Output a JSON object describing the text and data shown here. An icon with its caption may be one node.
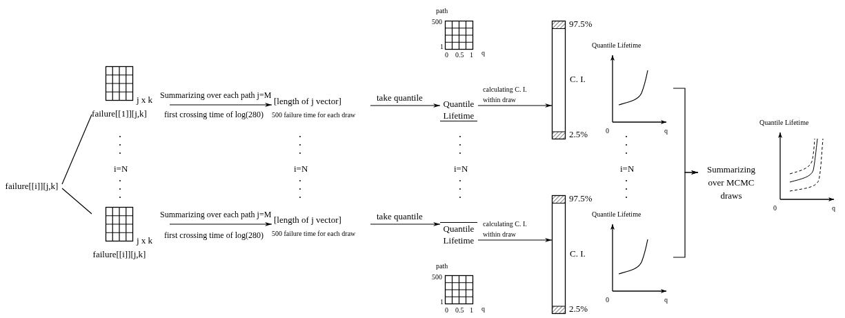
{
  "diagram": {
    "nodes": [
      {
        "text": [
          "failure[[i]][j,k]"
        ]
      },
      {
        "text": [
          "failure[[1]][j,k]"
        ],
        "beside": [
          "j x k"
        ]
      },
      {
        "text": [
          "failure[[i]][j,k]"
        ],
        "beside": [
          "j x k"
        ]
      },
      {
        "text": [
          "[length of j vector]",
          "500 failure time for each draw"
        ]
      },
      {
        "text": [
          "[length of j vector]",
          "500 failure time for each draw"
        ]
      },
      {
        "text": [
          "Quantile Lifetime"
        ]
      },
      {
        "text": [
          "Quantile Lifetime"
        ]
      },
      {
        "text": [],
        "shape": "bar",
        "beside": [
          "97.5%",
          "C. I.",
          "2.5%"
        ]
      },
      {
        "text": [],
        "shape": "bar",
        "beside": [
          "97.5%",
          "C. I.",
          "2.5%"
        ]
      },
      {
        "text": [
          "Quantile Lifetime",
          "0",
          "q"
        ]
      },
      {
        "text": [
          "Quantile Lifetime",
          "0",
          "q"
        ]
      },
      {
        "text": [
          "Summarizing over MCMC draws"
        ]
      },
      {
        "text": [
          "Quantile Lifetime",
          "0",
          "q"
        ]
      }
    ],
    "edges": [
      {
        "from": 0,
        "to": 1,
        "arrow": "none"
      },
      {
        "from": 0,
        "to": 2,
        "arrow": "none"
      },
      {
        "from": 1,
        "to": 3,
        "arrow": "to",
        "label": "Summarizing over each path j=M"
      },
      {
        "from": 2,
        "to": 4,
        "arrow": "to",
        "label": "Summarizing over each path j=M"
      },
      {
        "from": 3,
        "to": 5,
        "arrow": "to",
        "label": "take quantile"
      },
      {
        "from": 4,
        "to": 6,
        "arrow": "to",
        "label": "take quantile"
      },
      {
        "from": 5,
        "to": 7,
        "arrow": "to",
        "label": "calculating C. I. within draw"
      },
      {
        "from": 6,
        "to": 8,
        "arrow": "to",
        "label": "calculating C. I. within draw"
      },
      {
        "from": 9,
        "to": 11,
        "arrow": "to"
      },
      {
        "from": 10,
        "to": 11,
        "arrow": "to"
      }
    ],
    "labels": [
      "path",
      "500",
      "1",
      "0",
      "0.5",
      "1",
      "q",
      "first crossing time of log(280)",
      "i=N",
      "i=N",
      "i=N",
      "i=N",
      "first crossing time of log(280)",
      "path",
      "500",
      "1",
      "0",
      "0.5",
      "1",
      "q"
    ]
  }
}
